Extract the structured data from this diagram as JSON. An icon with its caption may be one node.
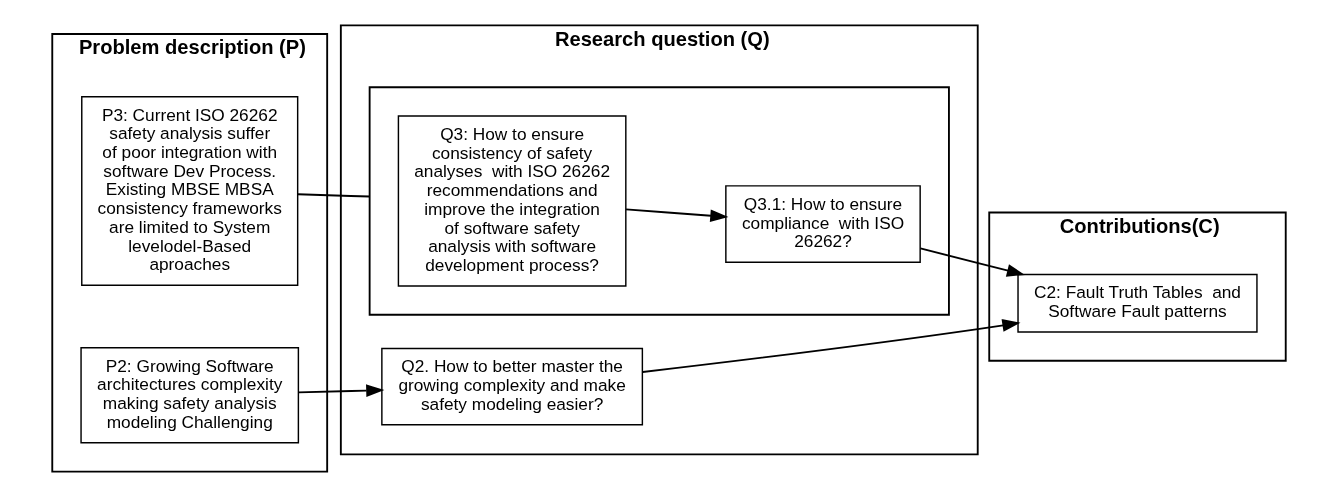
{
  "diagram": {
    "nodes": [
      {
        "text": [
          "Problem description (P)"
        ]
      },
      {
        "text": [
          "Research question (Q)"
        ]
      },
      {
        "text": [
          "Contributions(C)"
        ]
      },
      {
        "text": [
          "P2: Growing Software architectures complexity making safety analysis modeling Challenging"
        ],
        "in": 0
      },
      {
        "text": [
          "P3: Current ISO 26262 safety analysis suffer of poor integration with software Dev Process. Existing MBSE MBSA consistency frameworks are limited to System levelodel-Based aproaches"
        ],
        "in": 0
      },
      {
        "text": [
          "Q2. How to better master the growing complexity and make safety modeling easier?"
        ],
        "in": 1
      },
      {
        "text": [],
        "shape": "box",
        "in": 1
      },
      {
        "text": [
          "Q3: How to ensure consistency of safety analyses  with ISO 26262 recommendations and improve the integration of software safety analysis with software development process?"
        ],
        "in": 6
      },
      {
        "text": [
          "Q3.1: How to ensure compliance  with ISO 26262?"
        ],
        "in": 6
      },
      {
        "text": [
          "C2: Fault Truth Tables  and Software Fault patterns"
        ],
        "in": 2
      }
    ],
    "edges": [
      {
        "from": 3,
        "to": 5,
        "arrow": "to"
      },
      {
        "from": 4,
        "to": 6,
        "arrow": "none"
      },
      {
        "from": 7,
        "to": 8,
        "arrow": "to"
      },
      {
        "from": 5,
        "to": 9,
        "arrow": "to"
      },
      {
        "from": 8,
        "to": 9,
        "arrow": "to"
      }
    ]
  }
}
